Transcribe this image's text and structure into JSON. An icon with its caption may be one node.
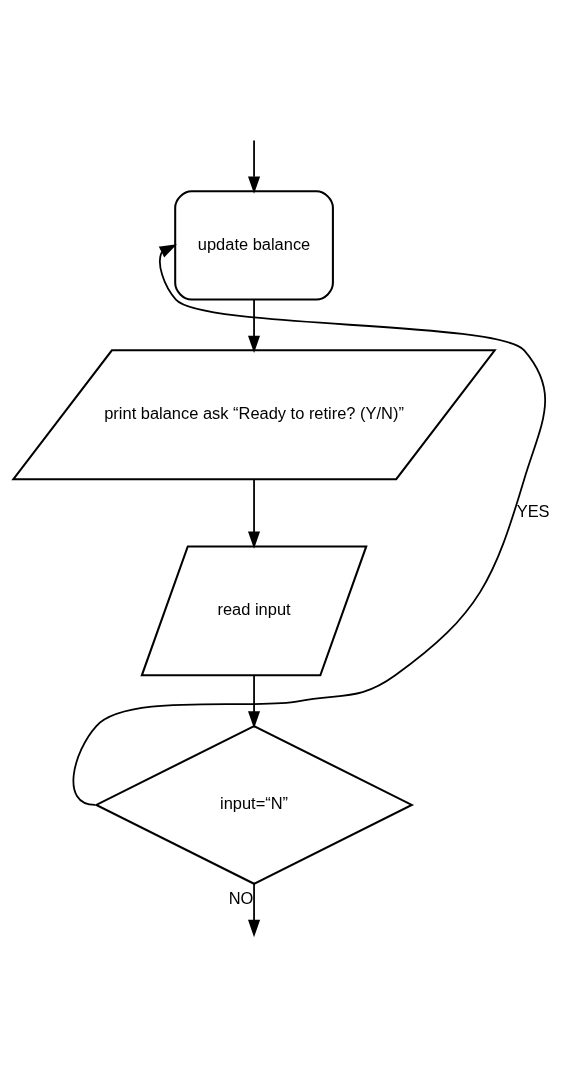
{
  "diagram": {
    "nodes": [
      {
        "text": [
          "update balance"
        ]
      },
      {
        "text": [
          "print balance ask “Ready to retire? (Y/N)”"
        ]
      },
      {
        "text": [
          "read input"
        ]
      },
      {
        "text": [
          "input=“N”"
        ]
      }
    ],
    "edges": [
      {
        "from": null,
        "to": 0,
        "arrow": "to"
      },
      {
        "from": 0,
        "to": 1,
        "arrow": "to"
      },
      {
        "from": 1,
        "to": 2,
        "arrow": "to"
      },
      {
        "from": 2,
        "to": 3,
        "arrow": "to"
      },
      {
        "from": 3,
        "to": 0,
        "arrow": "to",
        "label": "YES"
      },
      {
        "from": 3,
        "to": null,
        "arrow": "to",
        "label": "NO"
      }
    ]
  }
}
